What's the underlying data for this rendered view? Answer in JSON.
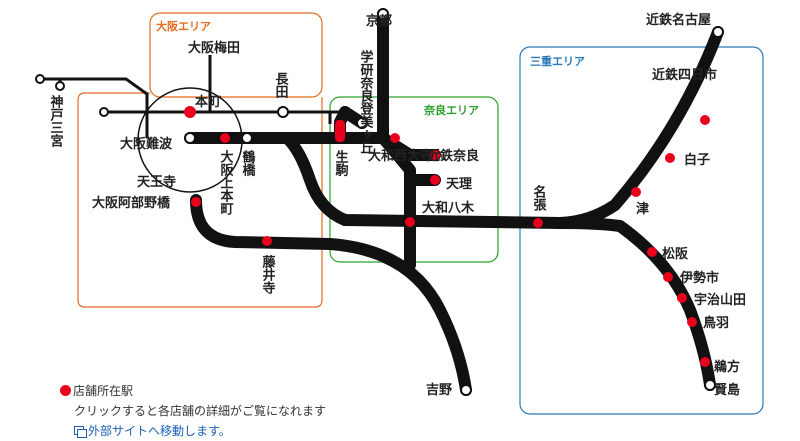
{
  "areas": {
    "osaka": {
      "label": "大阪エリア",
      "color": "#e36c1e"
    },
    "nara": {
      "label": "奈良エリア",
      "color": "#2ca02c"
    },
    "mie": {
      "label": "三重エリア",
      "color": "#2a7ab8"
    }
  },
  "stations": {
    "kobe_sannomiya": "神戸三宮",
    "osaka_umeda": "大阪梅田",
    "honmachi": "本町",
    "osaka_namba": "大阪難波",
    "tennoji": "天王寺",
    "osaka_abenobashi": "大阪阿部野橋",
    "tsuruhashi": "鶴橋",
    "osaka_uehommachi": "大阪上本町",
    "nagata": "長田",
    "gakken_nara_tomigaoka": "学研奈良登美ヶ丘",
    "kyoto": "京都",
    "ikoma": "生駒",
    "yamato_saidaiji": "大和西大寺",
    "kintetsu_nara": "近鉄奈良",
    "tenri": "天理",
    "yamato_yagi": "大和八木",
    "fujiidera": "藤井寺",
    "yoshino": "吉野",
    "nabari": "名張",
    "kintetsu_nagoya": "近鉄名古屋",
    "kintetsu_yokkaichi": "近鉄四日市",
    "shiroko": "白子",
    "tsu": "津",
    "matsusaka": "松阪",
    "iseshi": "伊勢市",
    "ujiyamada": "宇治山田",
    "toba": "鳥羽",
    "ugata": "鵜方",
    "kashikojima": "賢島"
  },
  "legend": {
    "store_station": "店舗所在駅",
    "click_note": "クリックすると各店舗の詳細がご覧になれます",
    "external_note": "外部サイトへ移動します。"
  },
  "colors": {
    "track": "#111111",
    "store_dot": "#e8001c",
    "terminal": "#ffffff"
  }
}
